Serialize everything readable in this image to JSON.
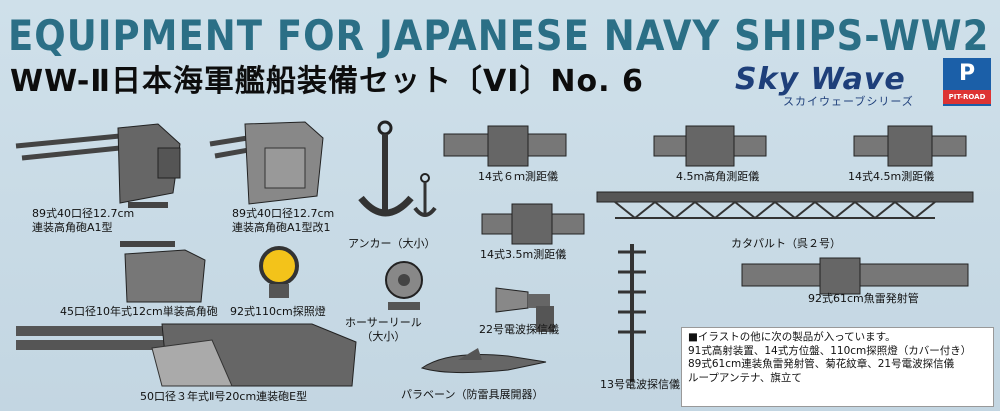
{
  "header": {
    "title_en": "EQUIPMENT FOR JAPANESE NAVY SHIPS-WW2 〔VI〕",
    "title_jp": "WW-Ⅱ日本海軍艦船装備セット〔VI〕No. 6"
  },
  "brand": {
    "logo": "Sky Wave",
    "logo_sub": "スカイウェーブシリーズ",
    "maker_logo": "PIT-ROAD"
  },
  "items": {
    "gun_a1": "89式40口径12.7cm\n連装高角砲A1型",
    "gun_a1_kai": "89式40口径12.7cm\n連装高角砲A1型改1",
    "anchor": "アンカー（大小）",
    "rf_14_6": "14式６ｍ測距儀",
    "rf_45_high": "4.5m高角測距儀",
    "rf_14_45": "14式4.5m測距儀",
    "rf_14_35": "14式3.5m測距儀",
    "catapult": "カタパルト（呉２号）",
    "gun_12cm": "45口径10年式12cm単装高角砲",
    "searchlight": "92式110cm探照燈",
    "hose_reel": "ホーサーリール\n（大小）",
    "radar_22": "22号電波探信儀",
    "torpedo": "92式61cm魚雷発射管",
    "radar_13": "13号電波探信儀",
    "gun_20cm": "50口径３年式Ⅱ号20cm連装砲E型",
    "paravane": "パラベーン（防雷具展開器）"
  },
  "note": {
    "lines": [
      "■イラストの他に次の製品が入っています。",
      "91式高射装置、14式方位盤、110cm探照燈（カバー付き）",
      "89式61cm連装魚雷発射管、菊花紋章、21号電波探信儀",
      "ループアンテナ、旗立て"
    ]
  }
}
